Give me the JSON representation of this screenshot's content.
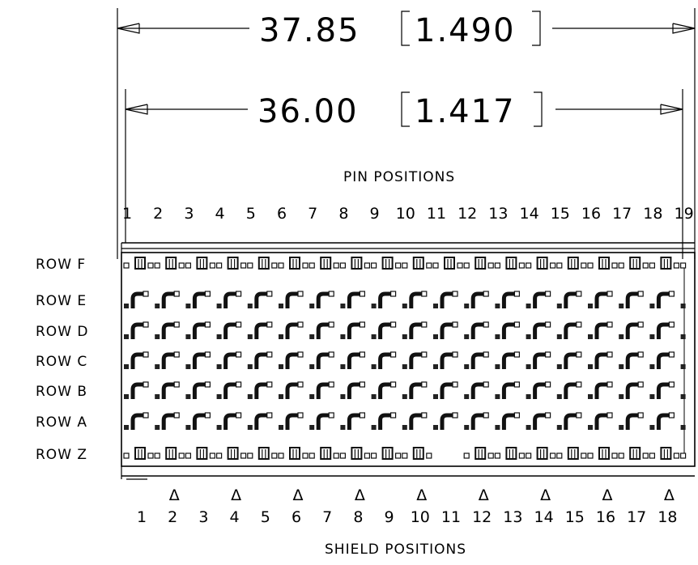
{
  "dimensions": {
    "overall": {
      "value": "37.85",
      "alt": "1.490"
    },
    "pitch_span": {
      "value": "36.00",
      "alt": "1.417"
    }
  },
  "pin_positions": {
    "title": "PIN POSITIONS",
    "numbers": [
      "1",
      "2",
      "3",
      "4",
      "5",
      "6",
      "7",
      "8",
      "9",
      "10",
      "11",
      "12",
      "13",
      "14",
      "15",
      "16",
      "17",
      "18",
      "19"
    ]
  },
  "rows": [
    {
      "label": "ROW F",
      "type": "shield"
    },
    {
      "label": "ROW E",
      "type": "signal"
    },
    {
      "label": "ROW D",
      "type": "signal"
    },
    {
      "label": "ROW C",
      "type": "signal"
    },
    {
      "label": "ROW B",
      "type": "signal"
    },
    {
      "label": "ROW A",
      "type": "signal"
    },
    {
      "label": "ROW Z",
      "type": "shield"
    }
  ],
  "shield_positions": {
    "title": "SHIELD POSITIONS",
    "numbers": [
      "1",
      "2",
      "3",
      "4",
      "5",
      "6",
      "7",
      "8",
      "9",
      "10",
      "11",
      "12",
      "13",
      "14",
      "15",
      "16",
      "17",
      "18"
    ],
    "marker": "Δ",
    "marked": [
      "2",
      "4",
      "6",
      "8",
      "10",
      "12",
      "14",
      "16",
      "18"
    ]
  }
}
